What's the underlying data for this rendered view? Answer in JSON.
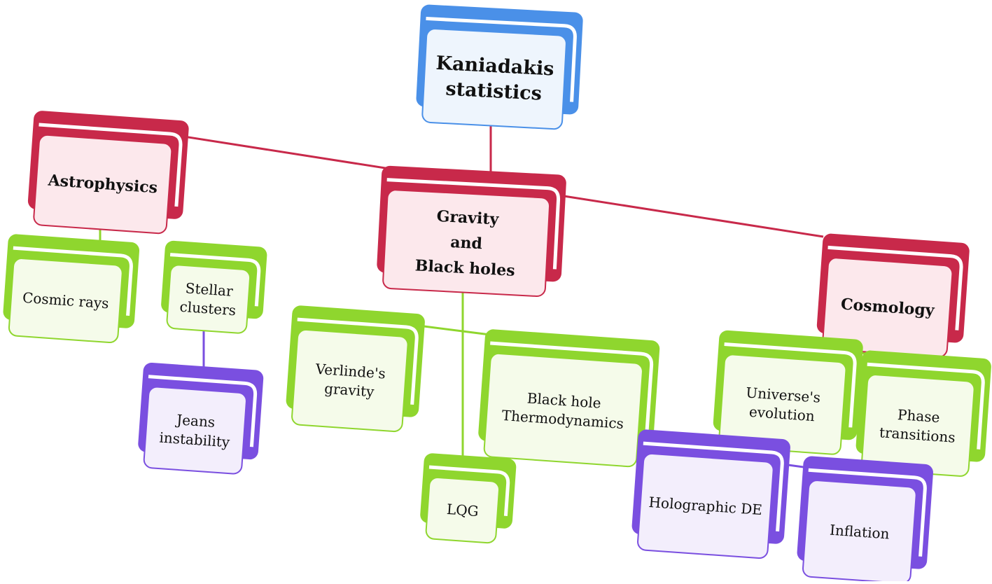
{
  "diagram": {
    "colors": {
      "root": "#4a90e8",
      "category": "#c8294a",
      "topic": "#8fd62e",
      "subtopic": "#7a4fe0"
    },
    "nodes": {
      "root": {
        "lines": [
          "Kaniadakis",
          "statistics"
        ]
      },
      "astrophysics": {
        "lines": [
          "Astrophysics"
        ]
      },
      "gravity": {
        "lines": [
          "Gravity",
          "and",
          "Black holes"
        ]
      },
      "cosmology": {
        "lines": [
          "Cosmology"
        ]
      },
      "cosmic_rays": {
        "lines": [
          "Cosmic rays"
        ]
      },
      "stellar_clusters": {
        "lines": [
          "Stellar",
          "clusters"
        ]
      },
      "jeans_instability": {
        "lines": [
          "Jeans",
          "instability"
        ]
      },
      "verlinde_gravity": {
        "lines": [
          "Verlinde's",
          "gravity"
        ]
      },
      "bh_thermodynamics": {
        "lines": [
          "Black hole",
          "Thermodynamics"
        ]
      },
      "lqg": {
        "lines": [
          "LQG"
        ]
      },
      "universe_evolution": {
        "lines": [
          "Universe's",
          "evolution"
        ]
      },
      "phase_transitions": {
        "lines": [
          "Phase",
          "transitions"
        ]
      },
      "holographic_de": {
        "lines": [
          "Holographic DE"
        ]
      },
      "inflation": {
        "lines": [
          "Inflation"
        ]
      }
    }
  }
}
